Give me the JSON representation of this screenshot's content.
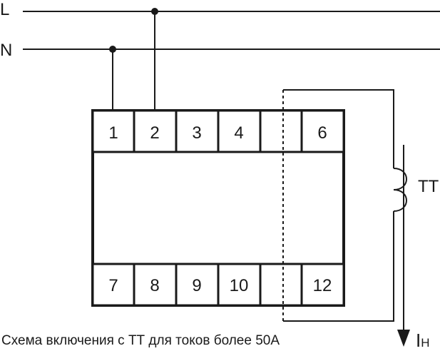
{
  "lines": [
    {
      "label": "L"
    },
    {
      "label": "N"
    }
  ],
  "terminals_top": [
    "1",
    "2",
    "3",
    "4",
    "",
    "6"
  ],
  "terminals_bottom": [
    "7",
    "8",
    "9",
    "10",
    "",
    "12"
  ],
  "current_transformer": {
    "label": "TT"
  },
  "load_current": {
    "main": "I",
    "sub": "H"
  },
  "caption": "Схема включения с ТТ для токов более 50А",
  "colors": {
    "line": "#1a1a1a",
    "background": "#ffffff"
  }
}
